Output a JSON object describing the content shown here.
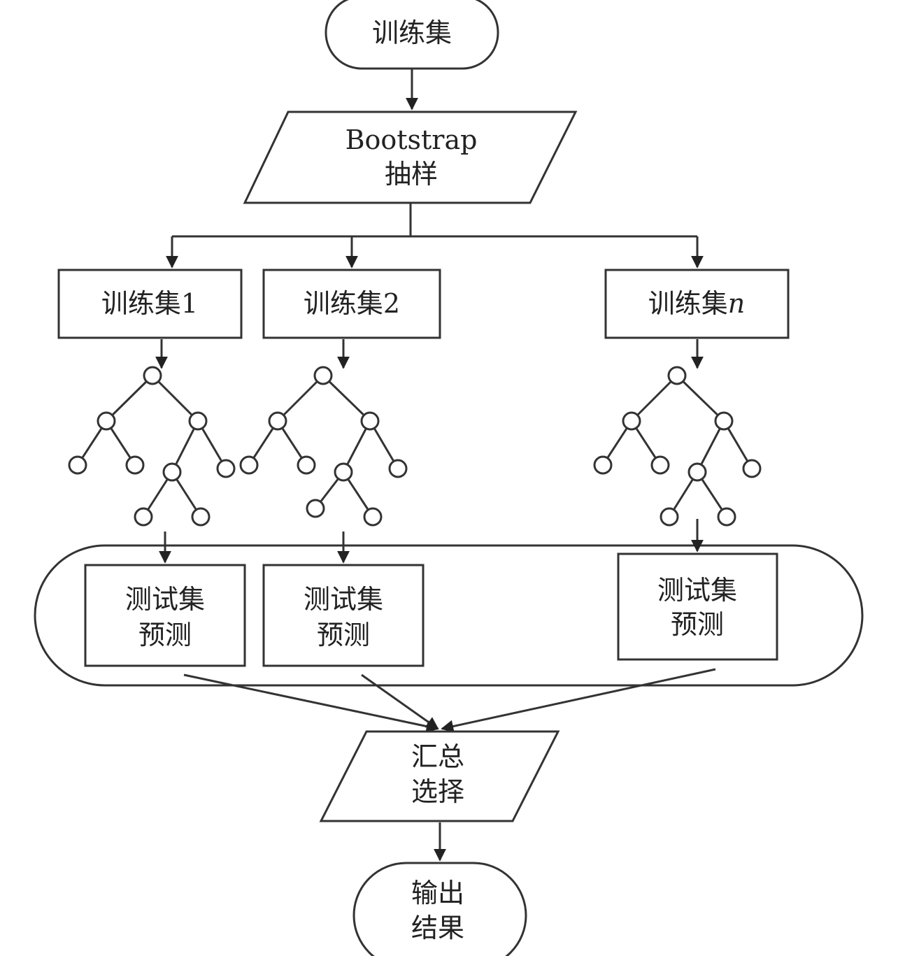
{
  "start": {
    "label": "训练集"
  },
  "sampling": {
    "line1": "Bootstrap",
    "line2": "抽样"
  },
  "subsets": [
    {
      "prefix": "训练集",
      "suffix": "1"
    },
    {
      "prefix": "训练集",
      "suffix": "2"
    },
    {
      "prefix": "训练集",
      "suffix": "n"
    }
  ],
  "predictions": [
    {
      "line1": "测试集",
      "line2": "预测"
    },
    {
      "line1": "测试集",
      "line2": "预测"
    },
    {
      "line1": "测试集",
      "line2": "预测"
    }
  ],
  "aggregate": {
    "line1": "汇总",
    "line2": "选择"
  },
  "output": {
    "line1": "输出",
    "line2": "结果"
  }
}
